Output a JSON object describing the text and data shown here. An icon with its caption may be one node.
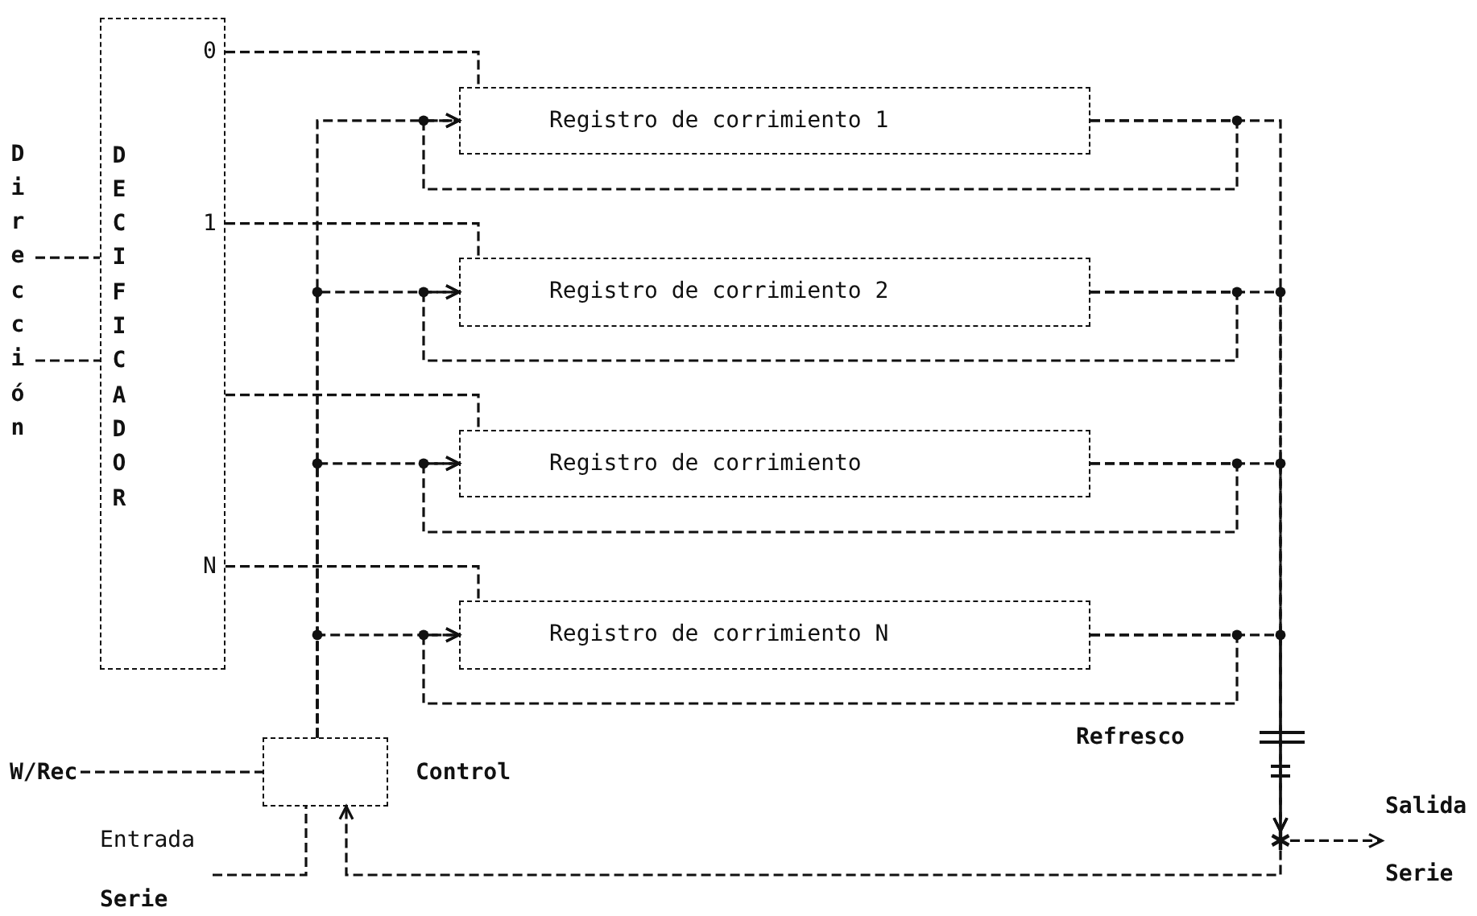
{
  "diagram": {
    "nodes": [
      {
        "text": [
          "Dirección"
        ]
      },
      {
        "text": [
          "DECIFICADOR"
        ]
      },
      {
        "text": [
          "Registro de corrimiento 1"
        ]
      },
      {
        "text": [
          "Registro de corrimiento 2"
        ]
      },
      {
        "text": [
          "Registro de corrimiento"
        ]
      },
      {
        "text": [
          "Registro de corrimiento N"
        ]
      },
      {
        "text": [],
        "shape": "box",
        "beside": [
          "Control"
        ]
      },
      {
        "text": [
          "W/Rec"
        ]
      },
      {
        "text": [
          "Entrada",
          "Serie"
        ]
      },
      {
        "text": [
          "Salida",
          "Serie"
        ]
      },
      {
        "text": [],
        "shape": "star"
      }
    ],
    "edges": [
      {
        "from": 0,
        "to": 1,
        "arrow": "none"
      },
      {
        "from": 0,
        "to": 1,
        "arrow": "none"
      },
      {
        "from": 1,
        "to": 2,
        "arrow": "none"
      },
      {
        "from": 1,
        "to": 3,
        "arrow": "none"
      },
      {
        "from": 1,
        "to": 4,
        "arrow": "none"
      },
      {
        "from": 1,
        "to": 5,
        "arrow": "none"
      },
      {
        "from": 6,
        "to": 2,
        "arrow": "to"
      },
      {
        "from": 6,
        "to": 3,
        "arrow": "to"
      },
      {
        "from": 6,
        "to": 4,
        "arrow": "to"
      },
      {
        "from": 6,
        "to": 5,
        "arrow": "to"
      },
      {
        "from": 2,
        "to": 2,
        "arrow": "to"
      },
      {
        "from": 3,
        "to": 3,
        "arrow": "to"
      },
      {
        "from": 4,
        "to": 4,
        "arrow": "to"
      },
      {
        "from": 5,
        "to": 5,
        "arrow": "to"
      },
      {
        "from": 2,
        "to": 10,
        "arrow": "to"
      },
      {
        "from": 3,
        "to": 10,
        "arrow": "to"
      },
      {
        "from": 4,
        "to": 10,
        "arrow": "to"
      },
      {
        "from": 5,
        "to": 10,
        "arrow": "to"
      },
      {
        "from": 10,
        "to": 9,
        "arrow": "to"
      },
      {
        "from": 10,
        "to": 6,
        "arrow": "to"
      },
      {
        "from": 7,
        "to": 6,
        "arrow": "none"
      },
      {
        "from": 8,
        "to": 6,
        "arrow": "none"
      }
    ],
    "labels": [
      "0",
      "1",
      "N",
      "Refresco"
    ]
  }
}
